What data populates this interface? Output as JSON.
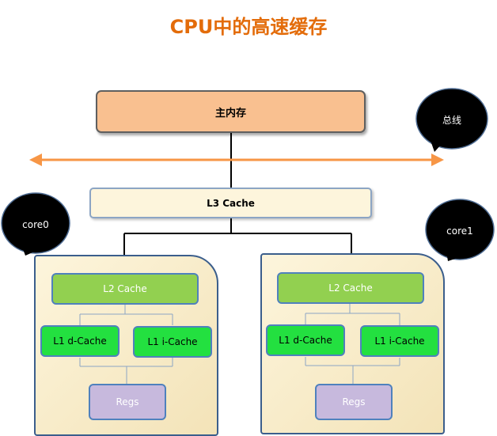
{
  "title": "CPU中的高速缓存",
  "main_memory": "主内存",
  "bus_label": "总线",
  "l3": "L3 Cache",
  "cores": [
    {
      "label": "core0",
      "l2": "L2 Cache",
      "l1d": "L1 d-Cache",
      "l1i": "L1 i-Cache",
      "regs": "Regs"
    },
    {
      "label": "core1",
      "l2": "L2 Cache",
      "l1d": "L1 d-Cache",
      "l1i": "L1 i-Cache",
      "regs": "Regs"
    }
  ],
  "colors": {
    "title": "#e36c0a",
    "main_memory_fill": "#f9c090",
    "bus_arrow": "#f79646",
    "l2_fill": "#92d050",
    "l1_fill": "#23e040",
    "regs_fill": "#c7b9dd",
    "bubble_fill": "#000000"
  }
}
